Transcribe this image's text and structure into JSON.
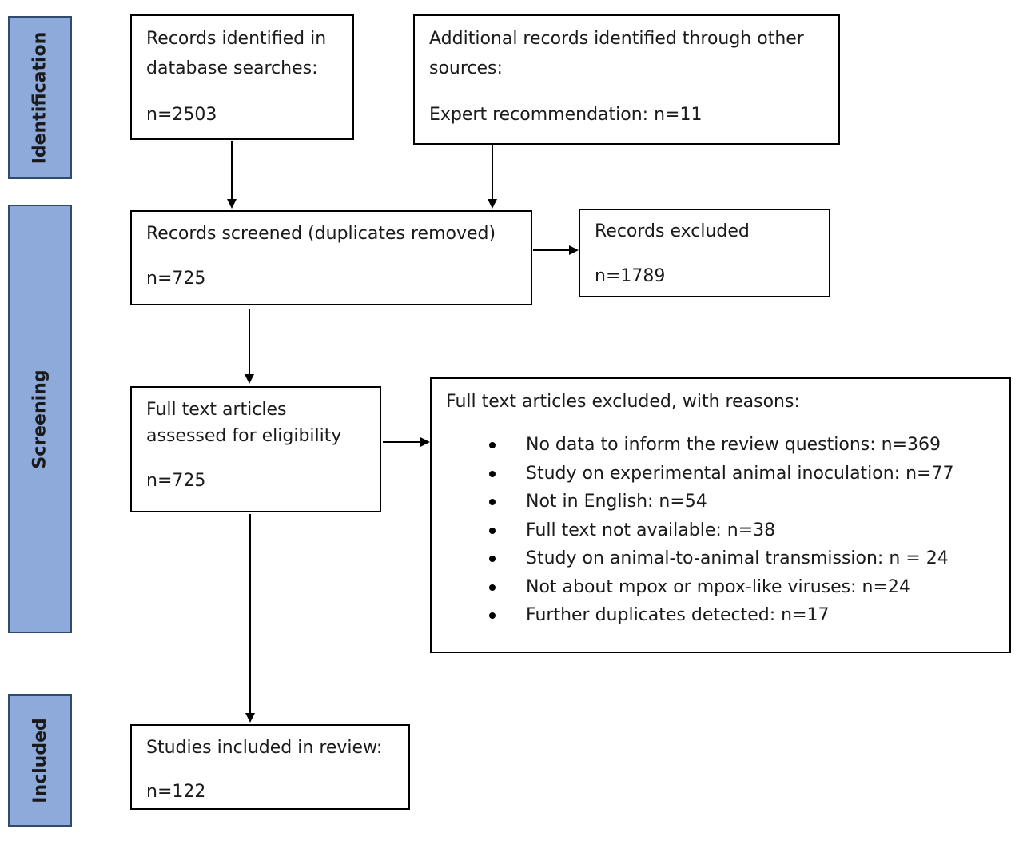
{
  "stages": {
    "identification": "Identification",
    "screening": "Screening",
    "included": "Included"
  },
  "db_search": {
    "label_line1": "Records identified in",
    "label_line2": "database searches:",
    "count": "n=2503"
  },
  "other_sources": {
    "label_line1": "Additional records identified through other",
    "label_line2": "sources:",
    "detail": "Expert recommendation: n=11"
  },
  "screened": {
    "label": "Records screened (duplicates removed)",
    "count": "n=725"
  },
  "excluded": {
    "label": "Records excluded",
    "count": "n=1789"
  },
  "fulltext": {
    "label_line1": "Full text articles",
    "label_line2": "assessed for eligibility",
    "count": "n=725"
  },
  "fulltext_excluded": {
    "heading": "Full text articles excluded, with reasons:",
    "reasons": [
      "No data to inform the review questions: n=369",
      "Study on experimental animal inoculation: n=77",
      "Not in English: n=54",
      "Full text not available: n=38",
      "Study on animal-to-animal transmission: n = 24",
      "Not about mpox or mpox-like viruses: n=24",
      "Further duplicates detected: n=17"
    ]
  },
  "included_studies": {
    "label": "Studies included in review:",
    "count": "n=122"
  }
}
